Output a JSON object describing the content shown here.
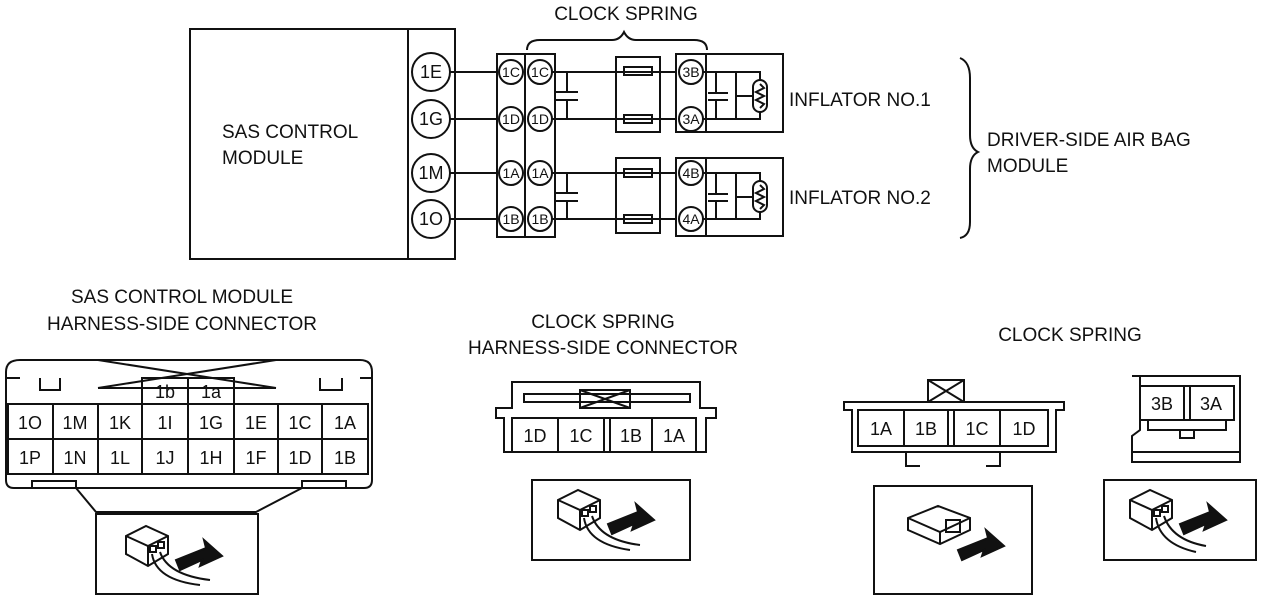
{
  "title_clock_spring": "CLOCK SPRING",
  "sas_module": {
    "line1": "SAS CONTROL",
    "line2": "MODULE"
  },
  "sas_pins": [
    "1E",
    "1G",
    "1M",
    "1O"
  ],
  "clock_spring_pins_left": [
    "1C",
    "1D",
    "1A",
    "1B"
  ],
  "clock_spring_pins_right": [
    "1C",
    "1D",
    "1A",
    "1B"
  ],
  "inflator_pins": [
    "3B",
    "3A",
    "4B",
    "4A"
  ],
  "inflator1": "INFLATOR NO.1",
  "inflator2": "INFLATOR NO.2",
  "airbag_module": {
    "line1": "DRIVER-SIDE AIR BAG",
    "line2": "MODULE"
  },
  "sas_connector": {
    "title1": "SAS CONTROL MODULE",
    "title2": "HARNESS-SIDE CONNECTOR",
    "top_row": [
      "1b",
      "1a"
    ],
    "row1": [
      "1O",
      "1M",
      "1K",
      "1I",
      "1G",
      "1E",
      "1C",
      "1A"
    ],
    "row2": [
      "1P",
      "1N",
      "1L",
      "1J",
      "1H",
      "1F",
      "1D",
      "1B"
    ]
  },
  "cs_harness_connector": {
    "title1": "CLOCK SPRING",
    "title2": "HARNESS-SIDE CONNECTOR",
    "cells": [
      "1D",
      "1C",
      "1B",
      "1A"
    ]
  },
  "cs_connector": {
    "title": "CLOCK SPRING",
    "cells": [
      "1A",
      "1B",
      "1C",
      "1D"
    ],
    "small_cells": [
      "3B",
      "3A"
    ]
  }
}
